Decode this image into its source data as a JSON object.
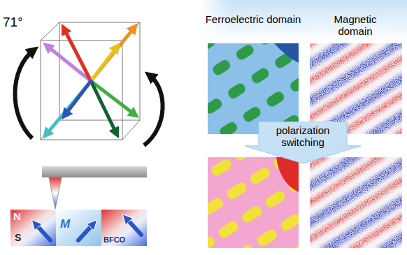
{
  "diagram": {
    "nodes": [
      {
        "text": [
          "N",
          "S"
        ]
      },
      {
        "text": [
          "M"
        ]
      },
      {
        "text": [
          "BFCO"
        ]
      },
      {
        "text": [
          "Ferroelectric domain"
        ]
      },
      {
        "text": [
          "Magnetic domain"
        ]
      },
      {
        "text": [
          "polarization switching"
        ]
      }
    ],
    "labels": [
      "71°"
    ]
  }
}
